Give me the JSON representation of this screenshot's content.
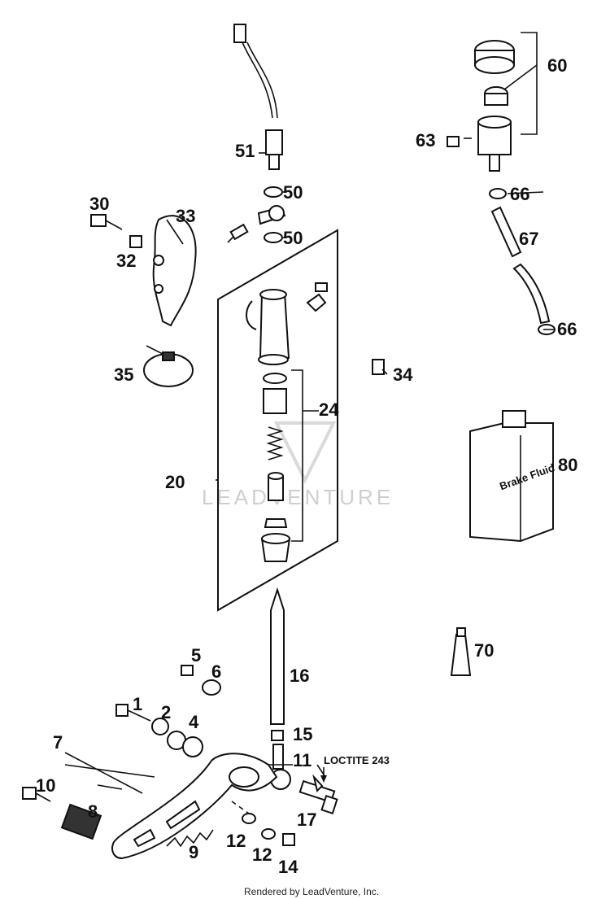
{
  "callouts": {
    "c1": "1",
    "c2": "2",
    "c4": "4",
    "c5": "5",
    "c6": "6",
    "c7": "7",
    "c8": "8",
    "c9": "9",
    "c10": "10",
    "c11": "11",
    "c12a": "12",
    "c12b": "12",
    "c14": "14",
    "c15": "15",
    "c16": "16",
    "c17": "17",
    "c20": "20",
    "c24": "24",
    "c30": "30",
    "c32": "32",
    "c33": "33",
    "c34": "34",
    "c35": "35",
    "c50a": "50",
    "c50b": "50",
    "c51": "51",
    "c60": "60",
    "c63": "63",
    "c66a": "66",
    "c66b": "66",
    "c67": "67",
    "c70": "70",
    "c80": "80"
  },
  "loctite_note": "LOCTITE 243",
  "bottle_label": "Brake Fluid",
  "watermark": "LEADVENTURE",
  "footer": "Rendered by LeadVenture, Inc."
}
